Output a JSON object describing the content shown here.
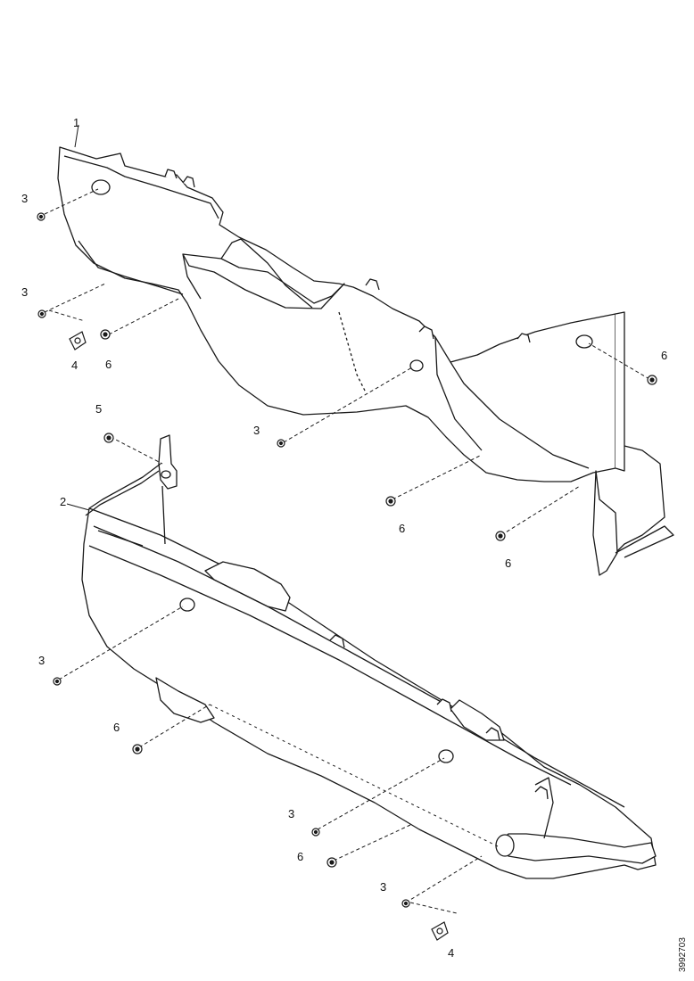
{
  "diagram": {
    "part_labels": {
      "upper_panel": "1",
      "lower_panel": "2"
    },
    "fastener_labels": {
      "screw": "3",
      "clip": "4",
      "bracket_screw": "5",
      "panel_screw": "6"
    },
    "reference_code": "3992703",
    "line_color": "#1a1a1a",
    "background_color": "#ffffff"
  }
}
